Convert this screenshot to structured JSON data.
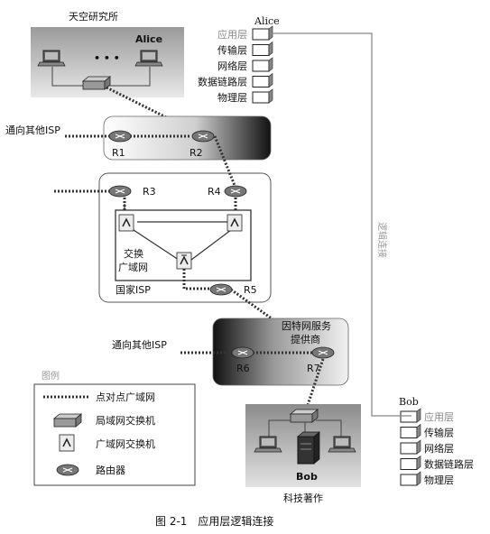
{
  "labels": {
    "org_top": "天空研究所",
    "alice_lan": "Alice",
    "alice_stack": "Alice",
    "bob_stack": "Bob",
    "bob_lan": "Bob",
    "org_bottom": "科技著作",
    "to_other_isp_1": "通向其他ISP",
    "to_other_isp_2": "通向其他ISP",
    "national_isp": "国家ISP",
    "wan_switch_line1": "交换",
    "wan_switch_line2": "广域网",
    "isp_line1": "因特网服务",
    "isp_line2": "提供商",
    "logical_link": "逻辑连接",
    "caption": "图 2-1　应用层逻辑连接"
  },
  "routers": [
    "R1",
    "R2",
    "R3",
    "R4",
    "R5",
    "R6",
    "R7"
  ],
  "stack_alice": [
    "应用层",
    "传输层",
    "网络层",
    "数据链路层",
    "物理层"
  ],
  "stack_bob": [
    "应用层",
    "传输层",
    "网络层",
    "数据链路层",
    "物理层"
  ],
  "legend": {
    "title": "图例",
    "items": [
      "点对点广域网",
      "局域网交换机",
      "广域网交换机",
      "路由器"
    ]
  },
  "dots": "• • •"
}
